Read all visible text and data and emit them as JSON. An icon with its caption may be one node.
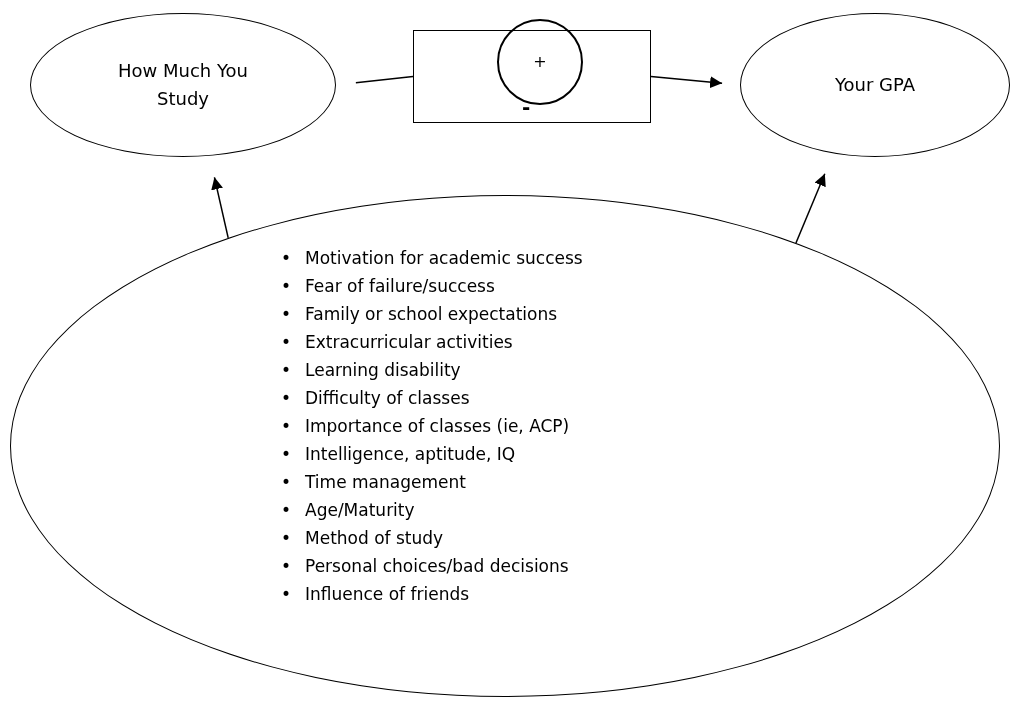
{
  "diagram": {
    "nodes": [
      {
        "text": [
          "How Much You Study"
        ]
      },
      {
        "text": [
          "-"
        ]
      },
      {
        "text": [
          "+"
        ]
      },
      {
        "text": [
          "Your GPA"
        ]
      },
      {
        "text": [
          "Motivation for academic success",
          "Fear of failure/success",
          "Family or school expectations",
          "Extracurricular activities",
          "Learning disability",
          "Difficulty of classes",
          "Importance of classes (ie, ACP)",
          "Intelligence, aptitude, IQ",
          "Time management",
          "Age/Maturity",
          "Method of study",
          "Personal choices/bad decisions",
          "Influence of friends"
        ]
      }
    ],
    "edges": [
      {
        "from": 0,
        "to": 1,
        "arrow": "none"
      },
      {
        "from": 1,
        "to": 3,
        "arrow": "to"
      },
      {
        "from": 4,
        "to": 0,
        "arrow": "to"
      },
      {
        "from": 4,
        "to": 3,
        "arrow": "to"
      }
    ],
    "labels": [
      "•",
      "•",
      "•",
      "•",
      "•",
      "•",
      "•",
      "•",
      "•",
      "•",
      "•",
      "•",
      "•"
    ]
  }
}
